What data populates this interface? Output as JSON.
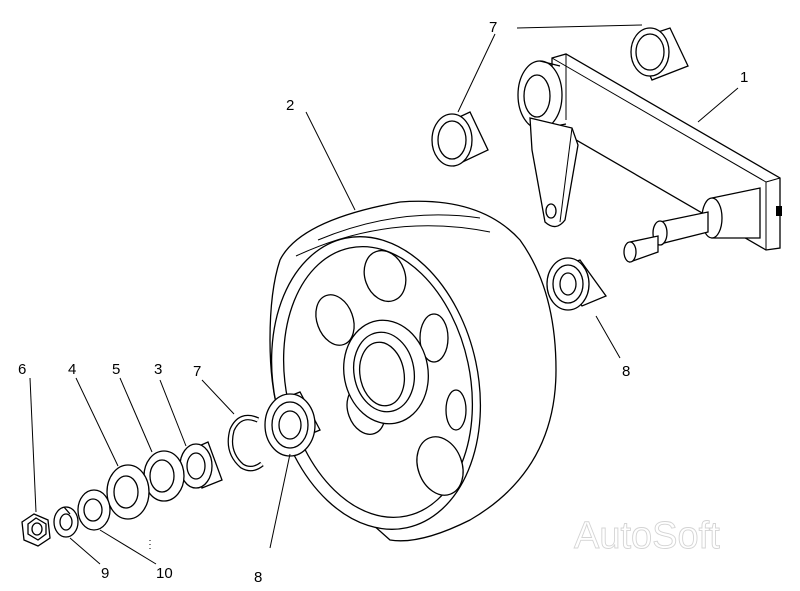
{
  "callouts": [
    {
      "id": "n1",
      "text": "1"
    },
    {
      "id": "n2",
      "text": "2"
    },
    {
      "id": "n3",
      "text": "3"
    },
    {
      "id": "n4",
      "text": "4"
    },
    {
      "id": "n5",
      "text": "5"
    },
    {
      "id": "n6",
      "text": "6"
    },
    {
      "id": "n7a",
      "text": "7"
    },
    {
      "id": "n7b",
      "text": "7"
    },
    {
      "id": "n8a",
      "text": "8"
    },
    {
      "id": "n8b",
      "text": "8"
    },
    {
      "id": "n9",
      "text": "9"
    },
    {
      "id": "n10",
      "text": "10"
    }
  ],
  "watermark": "AutoSoft"
}
